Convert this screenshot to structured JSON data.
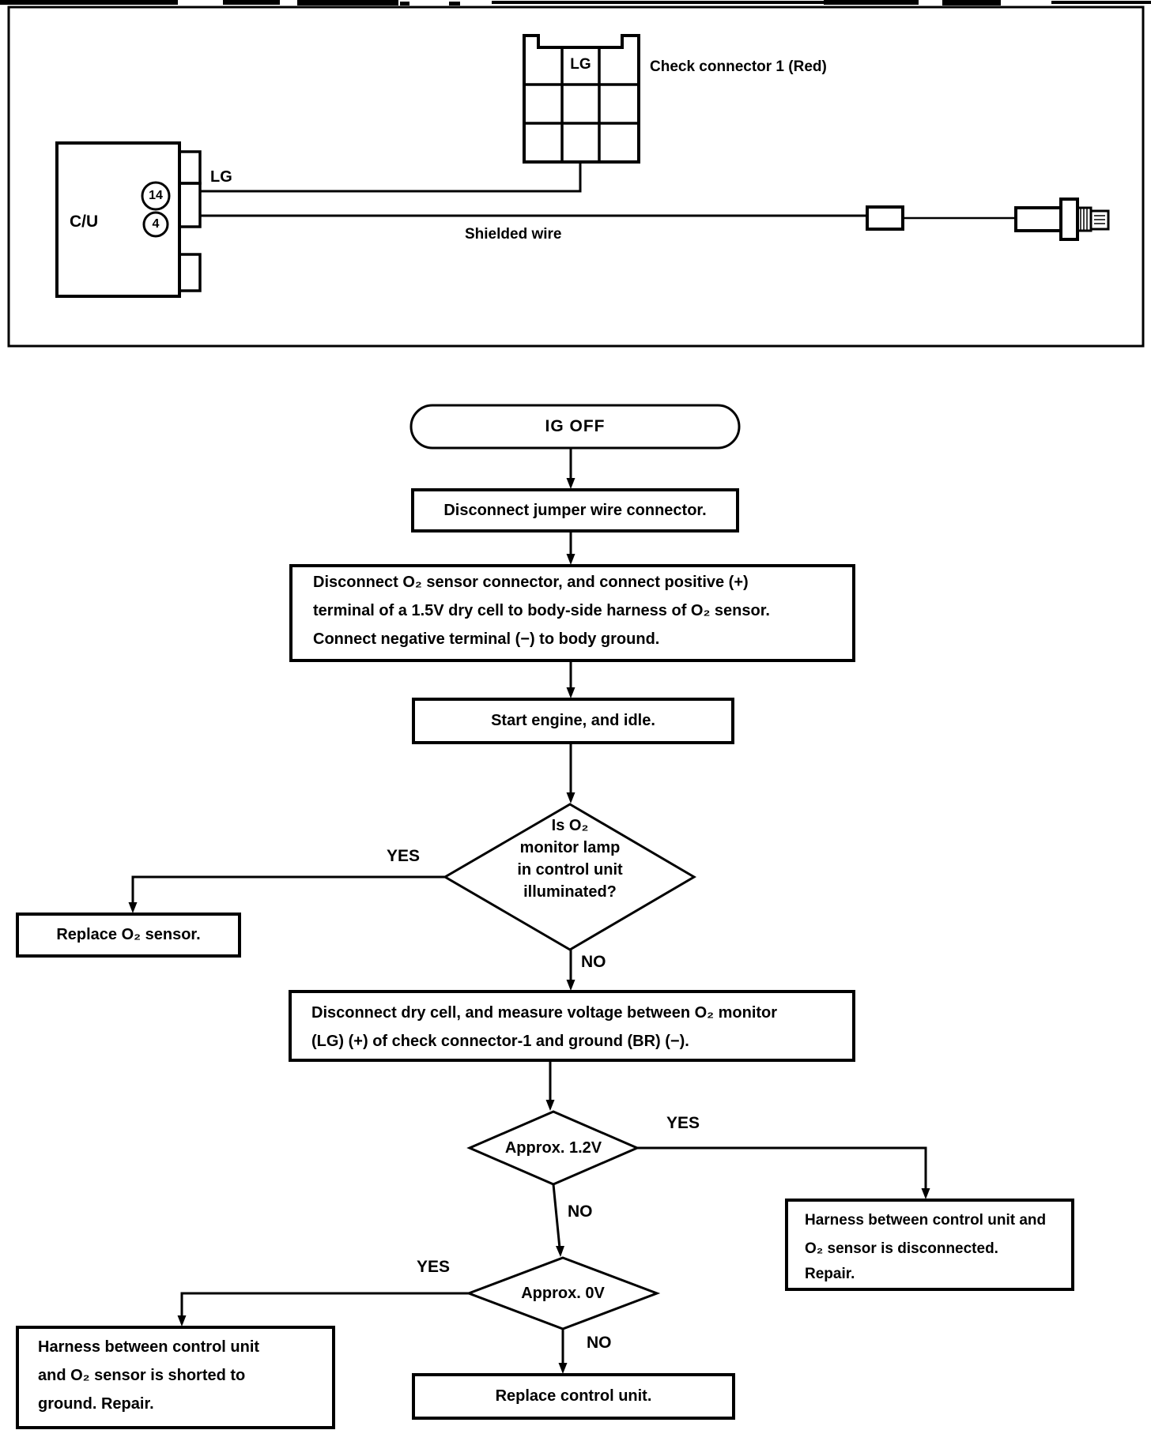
{
  "wiring_diagram": {
    "control_unit_label": "C/U",
    "pin_top": "14",
    "pin_bottom": "4",
    "wire_label": "LG",
    "check_connector_cell": "LG",
    "check_connector_label": "Check connector 1 (Red)",
    "shielded_wire_label": "Shielded wire"
  },
  "flowchart": {
    "start_label": "IG OFF",
    "step_disconnect_jumper": "Disconnect jumper wire connector.",
    "step_dry_cell": {
      "lines": [
        "Disconnect O₂ sensor connector, and connect positive (+)",
        "terminal of a 1.5V dry cell to body-side harness of O₂ sensor.",
        "Connect negative terminal (−) to body ground."
      ]
    },
    "step_start_engine": "Start engine, and idle.",
    "decision_monitor_lamp": {
      "lines": [
        "Is O₂",
        "monitor lamp",
        "in control unit",
        "illuminated?"
      ]
    },
    "label_yes_1": "YES",
    "label_no_1": "NO",
    "result_replace_sensor": "Replace O₂ sensor.",
    "step_measure_voltage": {
      "lines": [
        "Disconnect dry cell, and measure voltage between O₂ monitor",
        "(LG) (+) of check connector-1 and ground (BR) (−)."
      ]
    },
    "decision_approx_12v": "Approx. 1.2V",
    "label_yes_2": "YES",
    "label_no_2": "NO",
    "result_harness_disconnected": {
      "lines": [
        "Harness between control unit and",
        "O₂ sensor is disconnected.",
        "Repair."
      ]
    },
    "decision_approx_0v": "Approx. 0V",
    "label_yes_3": "YES",
    "label_no_3": "NO",
    "result_harness_shorted": {
      "lines": [
        "Harness between control unit",
        "and O₂ sensor is shorted to",
        "ground. Repair."
      ]
    },
    "result_replace_control_unit": "Replace control unit."
  },
  "colors": {
    "ink": "#000000",
    "paper": "#ffffff"
  }
}
